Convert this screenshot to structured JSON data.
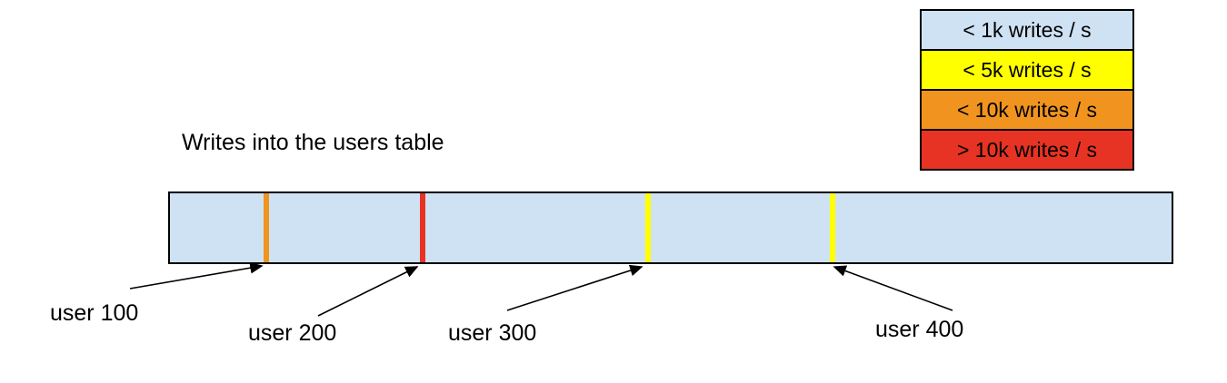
{
  "title": "Writes into the users table",
  "legend": {
    "items": [
      {
        "label": "< 1k writes / s",
        "color": "#cfe2f3"
      },
      {
        "label": "< 5k writes / s",
        "color": "#ffff00"
      },
      {
        "label": "< 10k writes / s",
        "color": "#f0941f"
      },
      {
        "label": "> 10k writes / s",
        "color": "#e73323"
      }
    ]
  },
  "bar": {
    "fill": "#cfe2f3",
    "markers": [
      {
        "label": "user 100",
        "color": "#f0941f"
      },
      {
        "label": "user 200",
        "color": "#e73323"
      },
      {
        "label": "user 300",
        "color": "#ffff00"
      },
      {
        "label": "user 400",
        "color": "#ffff00"
      }
    ]
  }
}
